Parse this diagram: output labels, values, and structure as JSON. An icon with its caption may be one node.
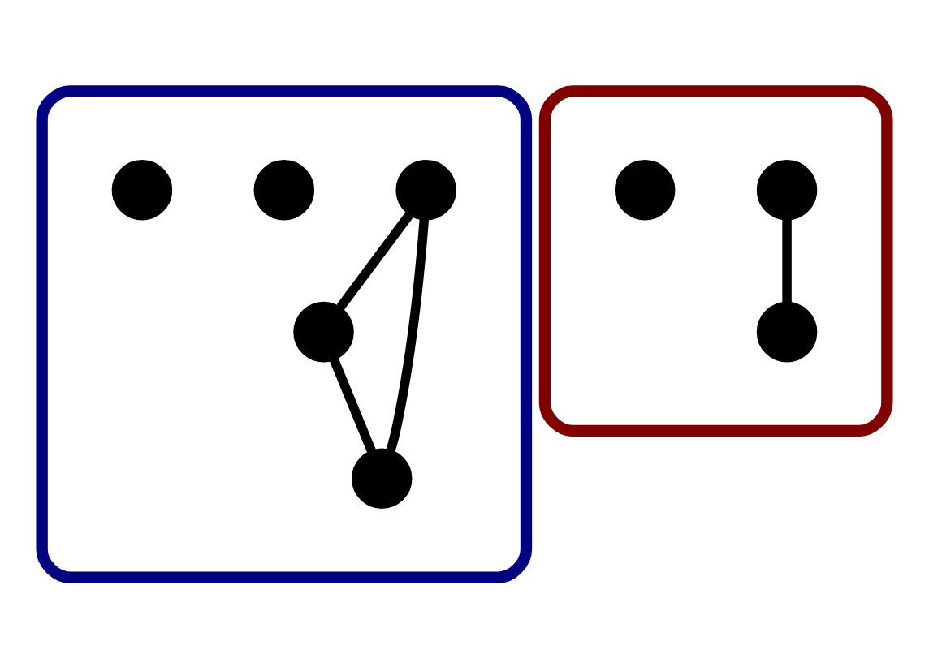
{
  "diagram": {
    "nodes": [
      {
        "text": [],
        "shape": "ellipse"
      },
      {
        "text": [],
        "shape": "circle",
        "in": 0
      },
      {
        "text": [],
        "shape": "circle",
        "in": 0
      },
      {
        "text": [],
        "shape": "circle",
        "in": 0
      },
      {
        "text": [],
        "shape": "circle",
        "in": 0
      },
      {
        "text": [],
        "shape": "circle",
        "in": 0
      },
      {
        "text": [],
        "shape": "ellipse"
      },
      {
        "text": [],
        "shape": "circle",
        "in": 6
      },
      {
        "text": [],
        "shape": "circle",
        "in": 6
      },
      {
        "text": [],
        "shape": "circle",
        "in": 6
      }
    ],
    "edges": [
      {
        "from": 1,
        "to": 2,
        "arrow": "none"
      },
      {
        "from": 1,
        "to": 3,
        "arrow": "none"
      },
      {
        "from": 2,
        "to": 3,
        "arrow": "none"
      },
      {
        "from": 7,
        "to": 8,
        "arrow": "none"
      }
    ]
  }
}
